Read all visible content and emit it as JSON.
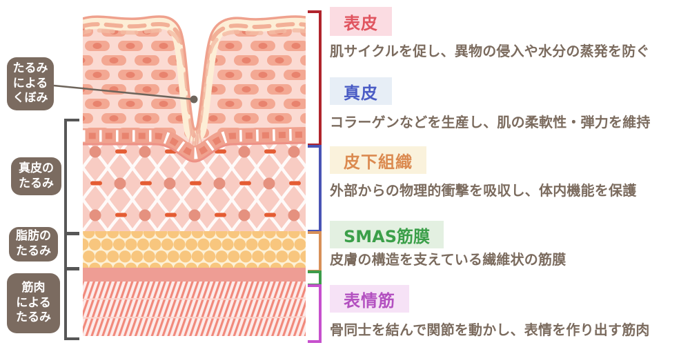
{
  "diagram_title": "skin-layer-sagging-diagram",
  "annotations": {
    "callouts": [
      {
        "id": "kubomi",
        "lines": [
          "たるみ",
          "による",
          "くぼみ"
        ],
        "box_color": "#7b6b60",
        "text_color": "#ffffff"
      },
      {
        "id": "dermis-sag",
        "lines": [
          "真皮の",
          "たるみ"
        ],
        "box_color": "#7b6b60",
        "text_color": "#ffffff"
      },
      {
        "id": "fat-sag",
        "lines": [
          "脂肪の",
          "たるみ"
        ],
        "box_color": "#7b6b60",
        "text_color": "#ffffff"
      },
      {
        "id": "muscle-sag",
        "lines": [
          "筋肉",
          "による",
          "たるみ"
        ],
        "box_color": "#7b6b60",
        "text_color": "#ffffff"
      }
    ],
    "left_bracket_color": "#565656",
    "leader_line_color": "#6d645b"
  },
  "legend": {
    "items": [
      {
        "id": "epidermis",
        "title": "表皮",
        "description": "肌サイクルを促し、異物の侵入や水分の蒸発を防ぐ",
        "title_color": "#e0545f",
        "title_bg": "#fbdce2",
        "bracket_color": "#b0242c"
      },
      {
        "id": "dermis",
        "title": "真皮",
        "description": "コラーゲンなどを生産し、肌の柔軟性・弾力を維持",
        "title_color": "#4a5cc5",
        "title_bg": "#e7eef6",
        "bracket_color": "#4954b5"
      },
      {
        "id": "subq",
        "title": "皮下組織",
        "description": "外部からの物理的衝撃を吸収し、体内機能を保護",
        "title_color": "#db8a50",
        "title_bg": "#faf2dc",
        "bracket_color": "#d79058"
      },
      {
        "id": "smas",
        "title": "SMAS筋膜",
        "description": "皮膚の構造を支えている繊維状の筋膜",
        "title_color": "#3b9f49",
        "title_bg": "#e3f0e1",
        "bracket_color": "#3c9b4a"
      },
      {
        "id": "muscle",
        "title": "表情筋",
        "description": "骨同士を結んで関節を動かし、表情を作り出す筋肉",
        "title_color": "#b350c0",
        "title_bg": "#f6e2f6",
        "bracket_color": "#c650cd"
      }
    ],
    "description_color": "#7b6b5e"
  },
  "illustration": {
    "layers": [
      {
        "name": "epidermis-tissue",
        "base": "#fbdad2",
        "cell": "#f3a893",
        "nucleus": "#e8836e",
        "surface_outline": "#efa18d",
        "corneum_band": "#fdeed6"
      },
      {
        "name": "dermis-tissue",
        "base": "#f8ccc3",
        "lattice": "#ffffff",
        "cell": "#e5917f",
        "fiber_dash": "#e45c33"
      },
      {
        "name": "fat-tissue",
        "base": "#fdf1d6",
        "cell": "#f8c67e"
      },
      {
        "name": "smas-band",
        "base": "#ee9d94"
      },
      {
        "name": "muscle-tissue",
        "base": "#fdeceb",
        "stripe": "#f1897b"
      }
    ]
  }
}
